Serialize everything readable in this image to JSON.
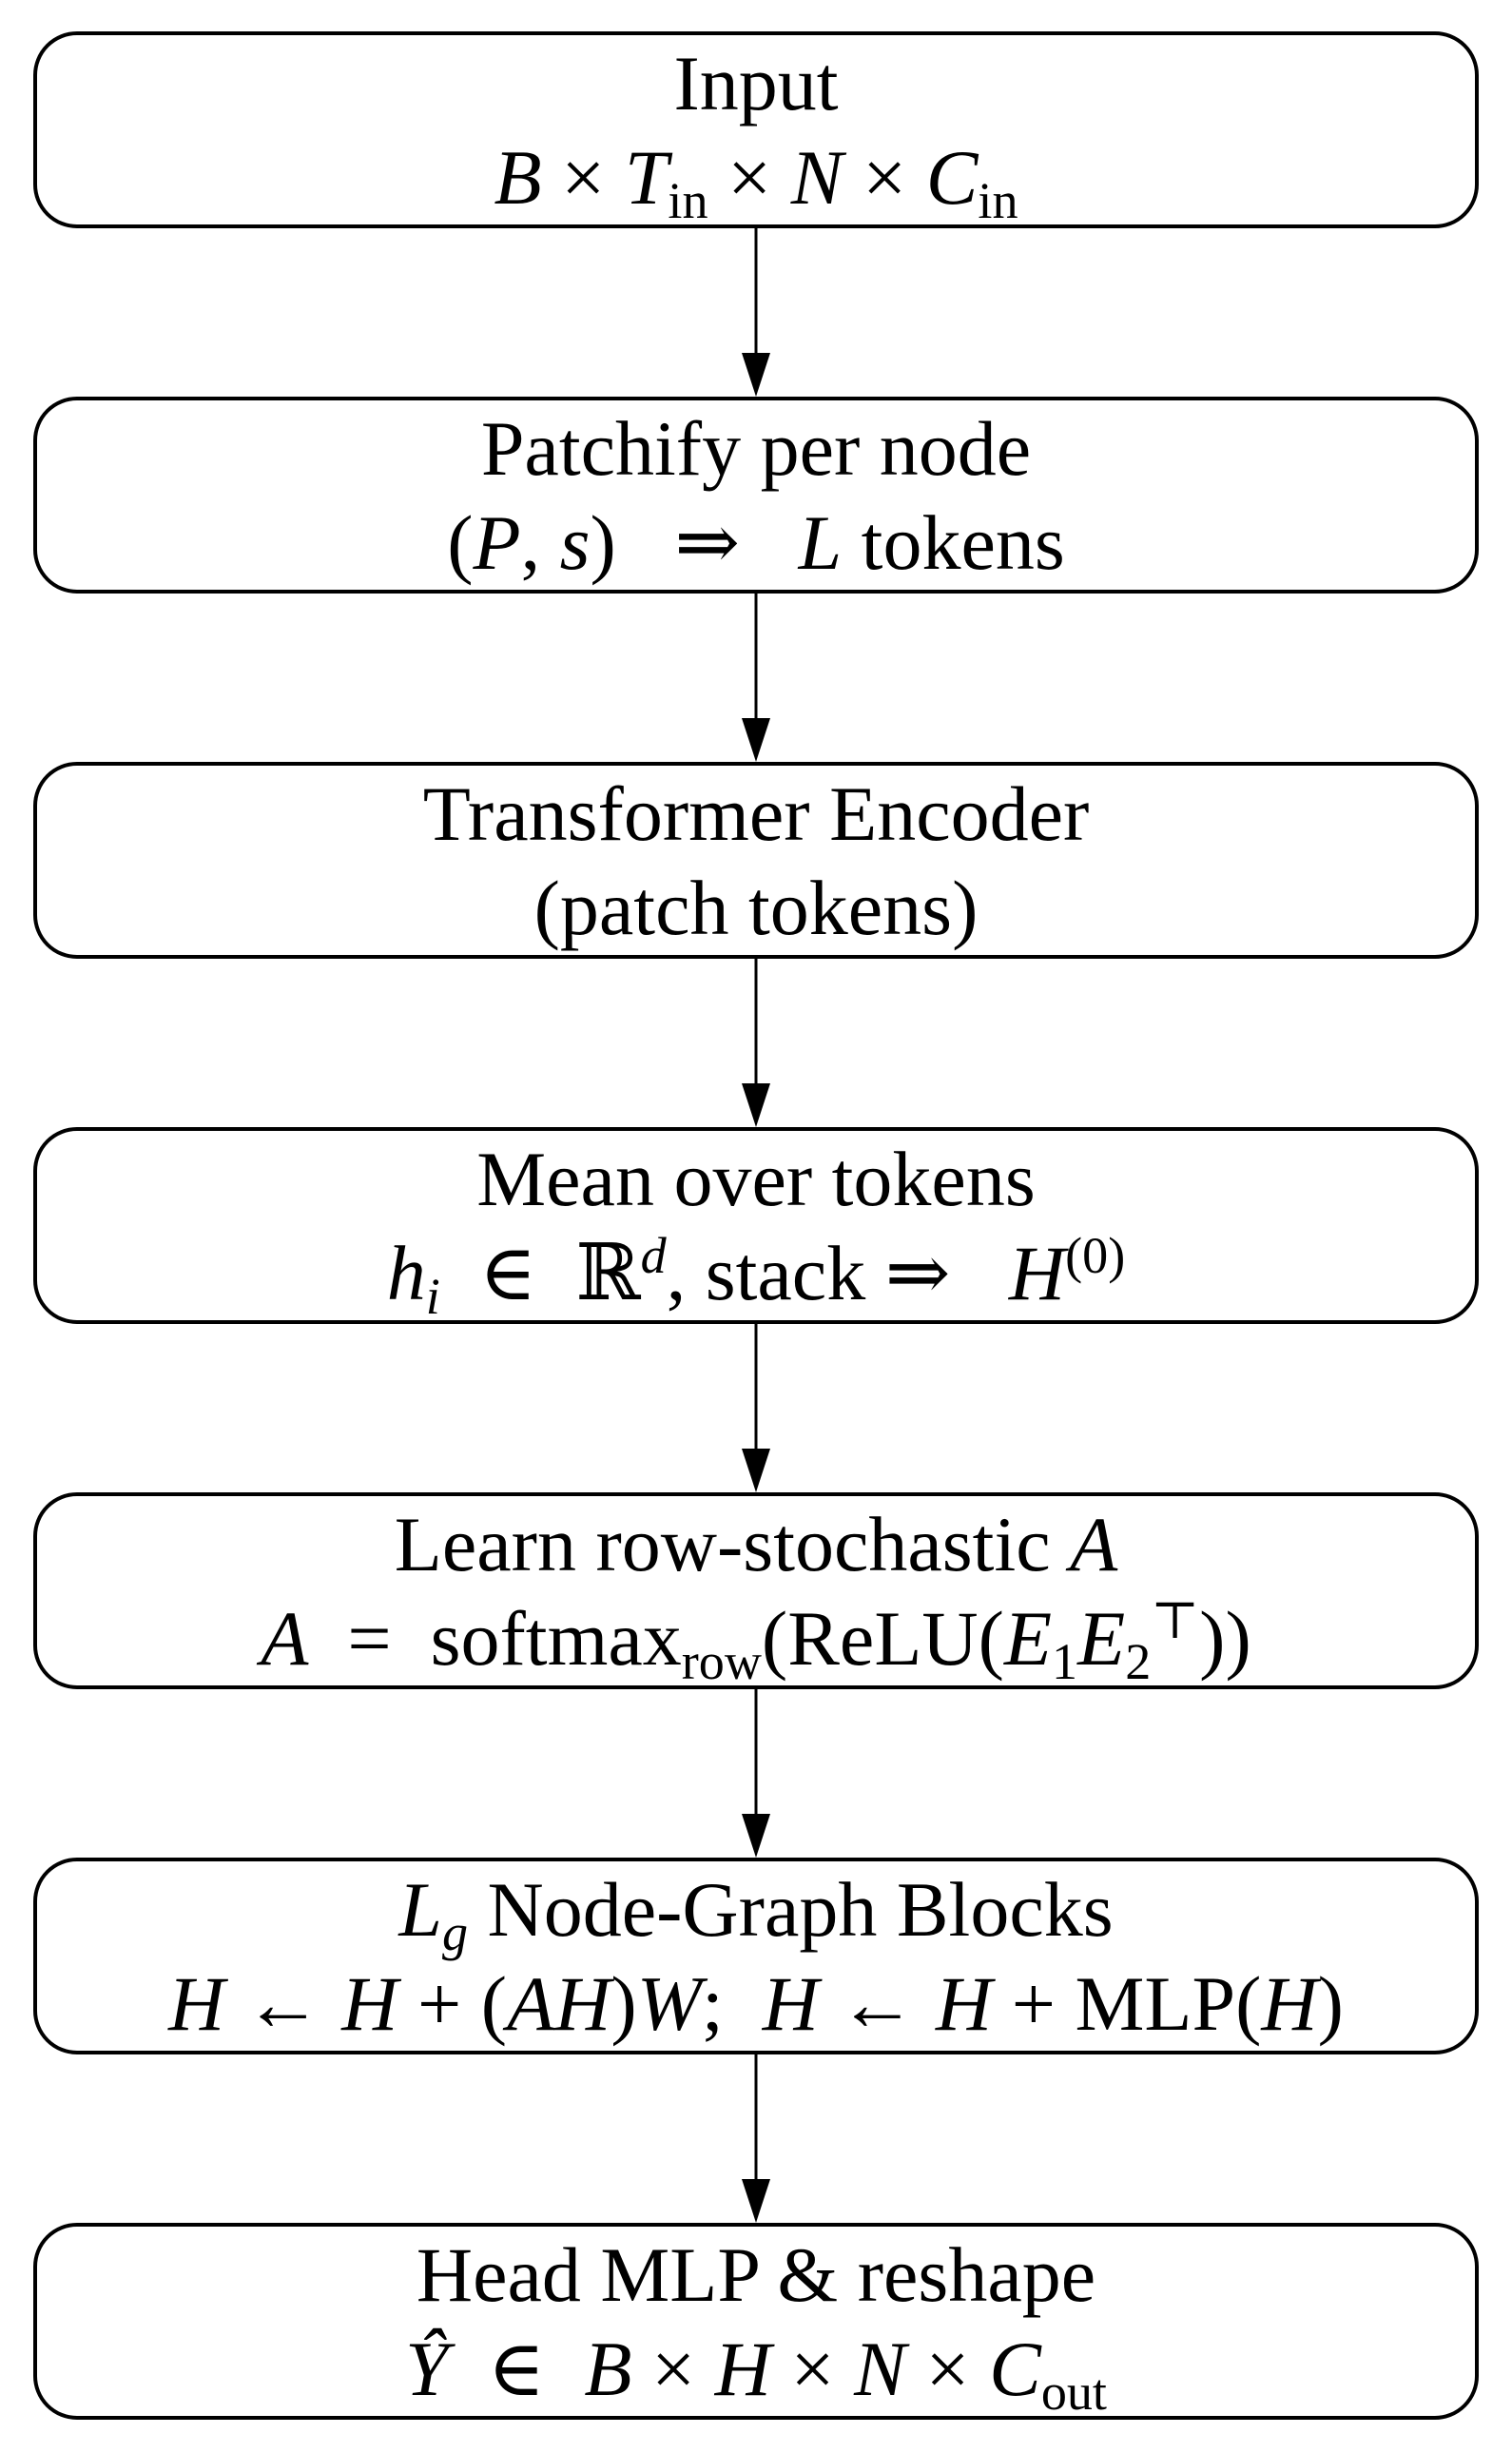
{
  "diagram": {
    "background_color": "#ffffff",
    "stroke_color": "#000000",
    "connector_style": "vertical-arrow-down",
    "nodes": [
      {
        "id": "input",
        "title": "Input",
        "formula": "$B$ × $T$_{in} × $N$ × $C$_{in}"
      },
      {
        "id": "patchify",
        "title": "Patchify per node",
        "formula": "($P$, $s$)   ⇒   $L$ tokens"
      },
      {
        "id": "transformer-encoder",
        "title": "Transformer Encoder",
        "formula": "(patch tokens)"
      },
      {
        "id": "mean-over-tokens",
        "title": "Mean over tokens",
        "formula": "$h$_{$i$}  ∈  ℝ^{$d$}, stack ⇒   $H$^{(0)}"
      },
      {
        "id": "learn-adjacency",
        "title": "Learn row-stochastic $A$",
        "formula": "$A$  =  softmax_{row}(ReLU($E$_{1}$E$_{2}^{⊤}))"
      },
      {
        "id": "node-graph-blocks",
        "title": "$L$_{$g$} Node-Graph Blocks",
        "formula": "$H$ ← $H$ + ($AH$)$W$;  $H$ ← $H$ + MLP($H$)"
      },
      {
        "id": "head-mlp",
        "title": "Head MLP & reshape",
        "formula": "$Ŷ$  ∈  $B$ × $H$ × $N$ × $C$_{out}"
      }
    ]
  }
}
